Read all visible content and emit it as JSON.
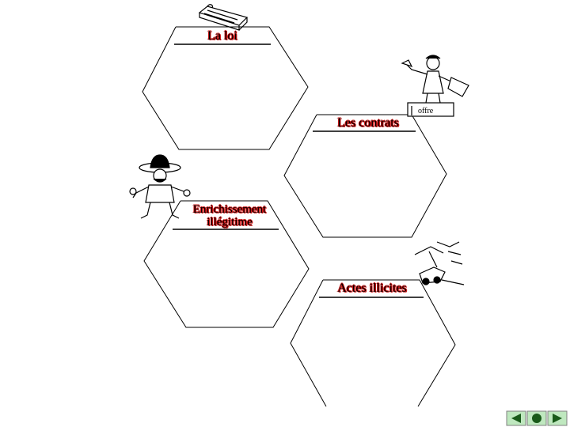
{
  "diagram": {
    "hexagons": [
      {
        "label": "La loi"
      },
      {
        "label": "Les contrats"
      },
      {
        "label_line1": "Enrichissement",
        "label_line2": "illégitime"
      },
      {
        "label": "Actes illicites"
      }
    ],
    "illustrations": [
      {
        "icon": "law-book-icon"
      },
      {
        "icon": "orator-offre-icon",
        "sign_text": "offre"
      },
      {
        "icon": "cowboy-bandit-icon"
      },
      {
        "icon": "accident-car-icon"
      }
    ]
  },
  "navigation": {
    "buttons": [
      {
        "icon": "previous-arrow-icon"
      },
      {
        "icon": "home-circle-icon"
      },
      {
        "icon": "next-arrow-icon"
      }
    ],
    "colors": {
      "face": "#bfe8bf",
      "glyph": "#1a5a1a",
      "border": "#808080"
    }
  },
  "colors": {
    "label_outline": "#d01010",
    "line": "#000000"
  }
}
